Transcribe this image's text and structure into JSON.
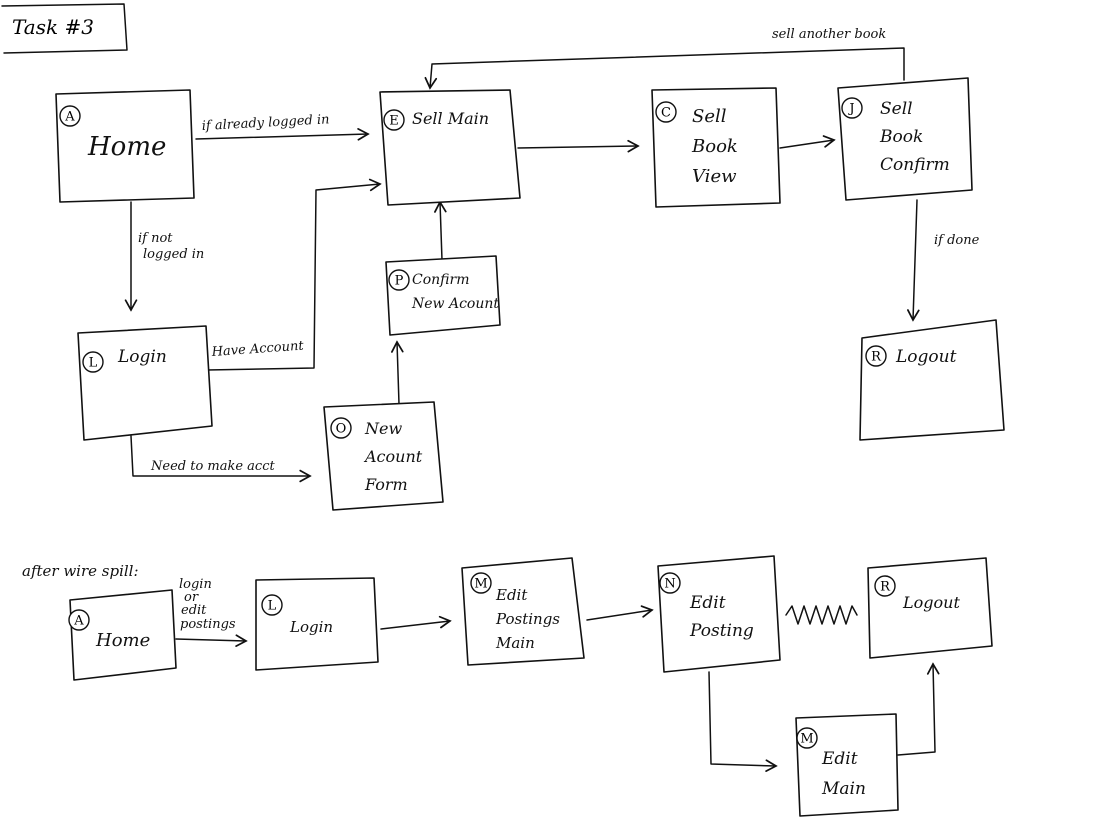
{
  "title": "Task #3",
  "section2_label": "after wire spill:",
  "nodes": [
    {
      "id": "A1",
      "letter": "A",
      "lines": [
        "Home"
      ]
    },
    {
      "id": "E",
      "letter": "E",
      "lines": [
        "Sell Main"
      ]
    },
    {
      "id": "C",
      "letter": "C",
      "lines": [
        "Sell",
        "Book",
        "View"
      ]
    },
    {
      "id": "J",
      "letter": "J",
      "lines": [
        "Sell",
        "Book",
        "Confirm"
      ]
    },
    {
      "id": "L1",
      "letter": "L",
      "lines": [
        "Login"
      ]
    },
    {
      "id": "P",
      "letter": "P",
      "lines": [
        "Confirm",
        "New Acount"
      ]
    },
    {
      "id": "O",
      "letter": "O",
      "lines": [
        "New",
        "Acount",
        "Form"
      ]
    },
    {
      "id": "R1",
      "letter": "R",
      "lines": [
        "Logout"
      ]
    },
    {
      "id": "A2",
      "letter": "A",
      "lines": [
        "Home"
      ]
    },
    {
      "id": "L2",
      "letter": "L",
      "lines": [
        "Login"
      ]
    },
    {
      "id": "M1",
      "letter": "M",
      "lines": [
        "Edit",
        "Postings",
        "Main"
      ]
    },
    {
      "id": "N",
      "letter": "N",
      "lines": [
        "Edit",
        "Posting"
      ]
    },
    {
      "id": "R2",
      "letter": "R",
      "lines": [
        "Logout"
      ]
    },
    {
      "id": "M2",
      "letter": "M",
      "lines": [
        "Edit",
        "Main"
      ]
    }
  ],
  "edges": [
    {
      "id": "home-to-sellmain",
      "label": "if already logged in"
    },
    {
      "id": "home-to-login",
      "label": [
        "if not",
        "logged in"
      ]
    },
    {
      "id": "login-to-sellmain",
      "label": "Have Account"
    },
    {
      "id": "login-to-newaccount",
      "label": "Need to make acct"
    },
    {
      "id": "newaccount-to-confirm",
      "label": ""
    },
    {
      "id": "confirm-to-sellmain",
      "label": ""
    },
    {
      "id": "sellmain-to-sellbookview",
      "label": ""
    },
    {
      "id": "sellbookview-to-confirm",
      "label": ""
    },
    {
      "id": "confirm-to-sellmain-loop",
      "label": "sell another book"
    },
    {
      "id": "confirm-to-logout",
      "label": "if done"
    },
    {
      "id": "home2-to-login2",
      "label": [
        "login",
        "or",
        "edit",
        "postings"
      ]
    },
    {
      "id": "login2-to-editpostingsmain",
      "label": ""
    },
    {
      "id": "editpostingsmain-to-editposting",
      "label": ""
    },
    {
      "id": "editposting-to-logout2",
      "label": ""
    },
    {
      "id": "editposting-to-editmain",
      "label": ""
    },
    {
      "id": "editmain-to-logout2",
      "label": ""
    }
  ]
}
